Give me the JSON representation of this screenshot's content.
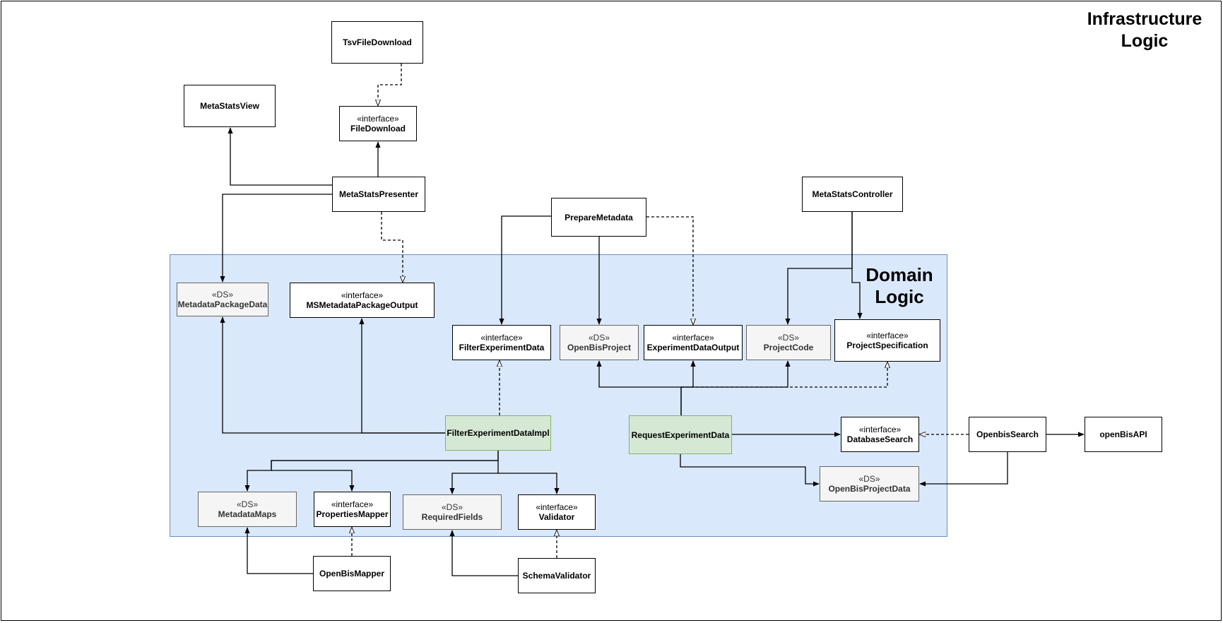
{
  "regions": {
    "infrastructure": {
      "title_line1": "Infrastructure",
      "title_line2": "Logic"
    },
    "domain": {
      "title_line1": "Domain",
      "title_line2": "Logic"
    }
  },
  "nodes": {
    "tsv_file_download": {
      "name": "TsvFileDownload"
    },
    "meta_stats_view": {
      "name": "MetaStatsView"
    },
    "file_download": {
      "stereotype": "«interface»",
      "name": "FileDownload"
    },
    "meta_stats_presenter": {
      "name": "MetaStatsPresenter"
    },
    "prepare_metadata": {
      "name": "PrepareMetadata"
    },
    "meta_stats_controller": {
      "name": "MetaStatsController"
    },
    "metadata_package_data": {
      "stereotype": "«DS»",
      "name": "MetadataPackageData"
    },
    "ms_metadata_package_output": {
      "stereotype": "«interface»",
      "name": "MSMetadataPackageOutput"
    },
    "filter_experiment_data": {
      "stereotype": "«interface»",
      "name": "FilterExperimentData"
    },
    "openbis_project": {
      "stereotype": "«DS»",
      "name": "OpenBisProject"
    },
    "experiment_data_output": {
      "stereotype": "«interface»",
      "name": "ExperimentDataOutput"
    },
    "project_code": {
      "stereotype": "«DS»",
      "name": "ProjectCode"
    },
    "project_specification": {
      "stereotype": "«interface»",
      "name": "ProjectSpecification"
    },
    "filter_experiment_data_impl": {
      "name": "FilterExperimentDataImpl"
    },
    "request_experiment_data": {
      "name": "RequestExperimentData"
    },
    "database_search": {
      "stereotype": "«interface»",
      "name": "DatabaseSearch"
    },
    "openbis_search": {
      "name": "OpenbisSearch"
    },
    "openbis_api": {
      "name": "openBisAPI"
    },
    "openbis_project_data": {
      "stereotype": "«DS»",
      "name": "OpenBisProjectData"
    },
    "metadata_maps": {
      "stereotype": "«DS»",
      "name": "MetadataMaps"
    },
    "properties_mapper": {
      "stereotype": "«interface»",
      "name": "PropertiesMapper"
    },
    "required_fields": {
      "stereotype": "«DS»",
      "name": "RequiredFields"
    },
    "validator": {
      "stereotype": "«interface»",
      "name": "Validator"
    },
    "openbis_mapper": {
      "name": "OpenBisMapper"
    },
    "schema_validator": {
      "name": "SchemaValidator"
    }
  },
  "colors": {
    "domain_fill": "#dae8fc",
    "domain_border": "#6c8ebf",
    "ds_fill": "#f5f5f5",
    "ds_border": "#666666",
    "impl_fill": "#d5e8d4",
    "impl_border": "#82b366"
  },
  "edges": [
    {
      "from": "meta_stats_presenter",
      "to": "meta_stats_view",
      "kind": "association"
    },
    {
      "from": "meta_stats_presenter",
      "to": "file_download",
      "kind": "association"
    },
    {
      "from": "tsv_file_download",
      "to": "file_download",
      "kind": "realization"
    },
    {
      "from": "meta_stats_presenter",
      "to": "metadata_package_data",
      "kind": "association"
    },
    {
      "from": "meta_stats_presenter",
      "to": "ms_metadata_package_output",
      "kind": "realization"
    },
    {
      "from": "prepare_metadata",
      "to": "filter_experiment_data",
      "kind": "association"
    },
    {
      "from": "prepare_metadata",
      "to": "openbis_project",
      "kind": "association"
    },
    {
      "from": "prepare_metadata",
      "to": "experiment_data_output",
      "kind": "realization"
    },
    {
      "from": "meta_stats_controller",
      "to": "project_code",
      "kind": "association"
    },
    {
      "from": "meta_stats_controller",
      "to": "project_specification",
      "kind": "association"
    },
    {
      "from": "filter_experiment_data_impl",
      "to": "metadata_package_data",
      "kind": "association"
    },
    {
      "from": "filter_experiment_data_impl",
      "to": "ms_metadata_package_output",
      "kind": "association"
    },
    {
      "from": "filter_experiment_data_impl",
      "to": "filter_experiment_data",
      "kind": "realization"
    },
    {
      "from": "filter_experiment_data_impl",
      "to": "metadata_maps",
      "kind": "association"
    },
    {
      "from": "filter_experiment_data_impl",
      "to": "properties_mapper",
      "kind": "association"
    },
    {
      "from": "filter_experiment_data_impl",
      "to": "required_fields",
      "kind": "association"
    },
    {
      "from": "filter_experiment_data_impl",
      "to": "validator",
      "kind": "association"
    },
    {
      "from": "request_experiment_data",
      "to": "openbis_project",
      "kind": "association"
    },
    {
      "from": "request_experiment_data",
      "to": "experiment_data_output",
      "kind": "association"
    },
    {
      "from": "request_experiment_data",
      "to": "project_code",
      "kind": "association"
    },
    {
      "from": "request_experiment_data",
      "to": "project_specification",
      "kind": "realization"
    },
    {
      "from": "request_experiment_data",
      "to": "database_search",
      "kind": "association"
    },
    {
      "from": "request_experiment_data",
      "to": "openbis_project_data",
      "kind": "association"
    },
    {
      "from": "openbis_search",
      "to": "database_search",
      "kind": "realization"
    },
    {
      "from": "openbis_search",
      "to": "openbis_api",
      "kind": "association"
    },
    {
      "from": "openbis_search",
      "to": "openbis_project_data",
      "kind": "association"
    },
    {
      "from": "openbis_mapper",
      "to": "metadata_maps",
      "kind": "association"
    },
    {
      "from": "openbis_mapper",
      "to": "properties_mapper",
      "kind": "realization"
    },
    {
      "from": "schema_validator",
      "to": "required_fields",
      "kind": "association"
    },
    {
      "from": "schema_validator",
      "to": "validator",
      "kind": "realization"
    }
  ]
}
